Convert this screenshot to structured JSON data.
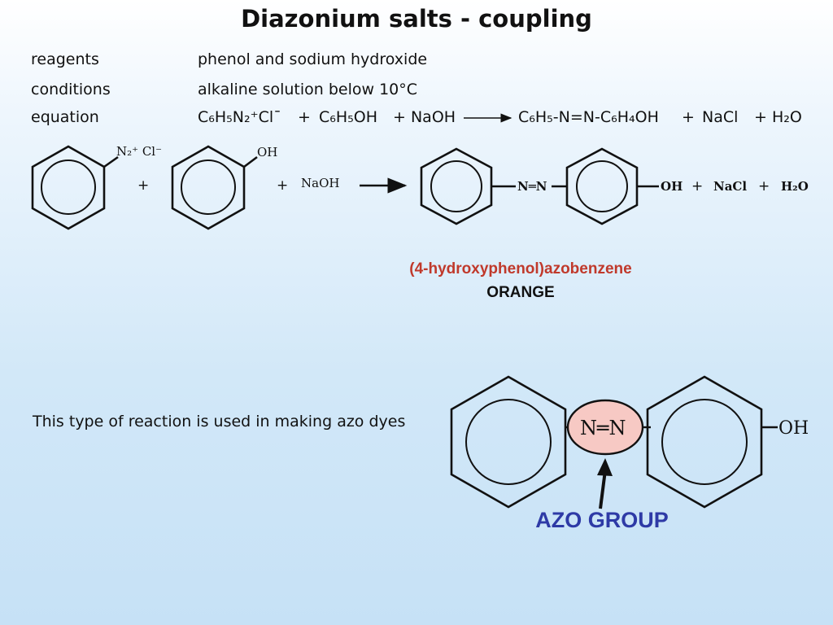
{
  "title": "Diazonium salts - coupling",
  "reagents": {
    "label": "reagents",
    "value": "phenol and sodium hydroxide"
  },
  "conditions": {
    "label": "conditions",
    "value": "alkaline solution below 10°C"
  },
  "equation": {
    "label": "equation",
    "reactant1": "C₆H₅N₂⁺Cl¯",
    "plus": "+",
    "reactant2": "C₆H₅OH",
    "reactant3": "+ NaOH",
    "product1": "C₆H₅-N=N-C₆H₄OH",
    "product2": "NaCl",
    "product3": "+ H₂O"
  },
  "scheme": {
    "diazonium_label": "N₂⁺ Cl⁻",
    "phenol_label": "OH",
    "plus": "+",
    "naoh": "NaOH",
    "azo_link": "N═N",
    "product_oh": "OH",
    "nacl": "NaCl",
    "water": "H₂O"
  },
  "product_name": "(4-hydroxyphenol)azobenzene",
  "product_color": "ORANGE",
  "usage_text": "This type of reaction is used in making azo dyes",
  "azo_diagram": {
    "azo_link": "N═N",
    "oh": "OH",
    "callout": "AZO GROUP"
  },
  "colors": {
    "product_name": "#c0392b",
    "azo_label": "#2e3aa6",
    "azo_fill": "#f7c9c4"
  }
}
